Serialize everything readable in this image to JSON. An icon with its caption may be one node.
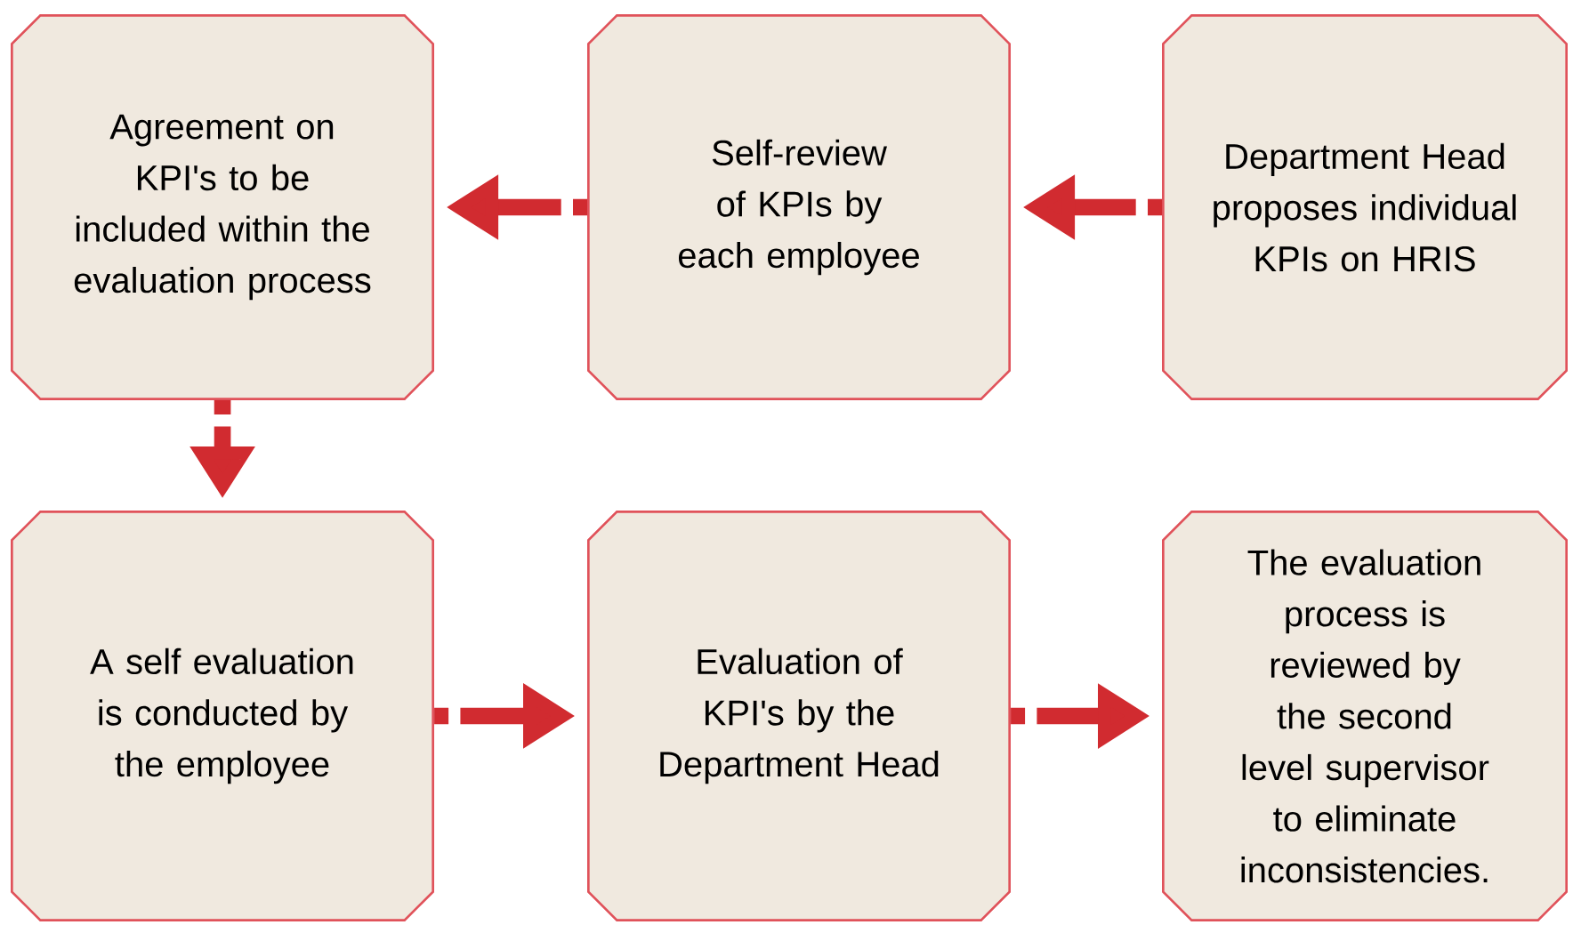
{
  "diagram": {
    "nodes": [
      {
        "text": [
          "Agreement on KPI's to be included within the evaluation process"
        ]
      },
      {
        "text": [
          "Self-review of KPIs by each employee"
        ]
      },
      {
        "text": [
          "Department Head proposes individual KPIs on HRIS"
        ]
      },
      {
        "text": [
          "A self evaluation is conducted by the employee"
        ]
      },
      {
        "text": [
          "Evaluation of KPI's by the Department Head"
        ]
      },
      {
        "text": [
          "The evaluation process is reviewed by the second level supervisor to eliminate inconsistencies."
        ]
      }
    ],
    "edges": [
      {
        "from": 2,
        "to": 1,
        "arrow": "to"
      },
      {
        "from": 1,
        "to": 0,
        "arrow": "to"
      },
      {
        "from": 0,
        "to": 3,
        "arrow": "to"
      },
      {
        "from": 3,
        "to": 4,
        "arrow": "to"
      },
      {
        "from": 4,
        "to": 5,
        "arrow": "to"
      }
    ]
  }
}
